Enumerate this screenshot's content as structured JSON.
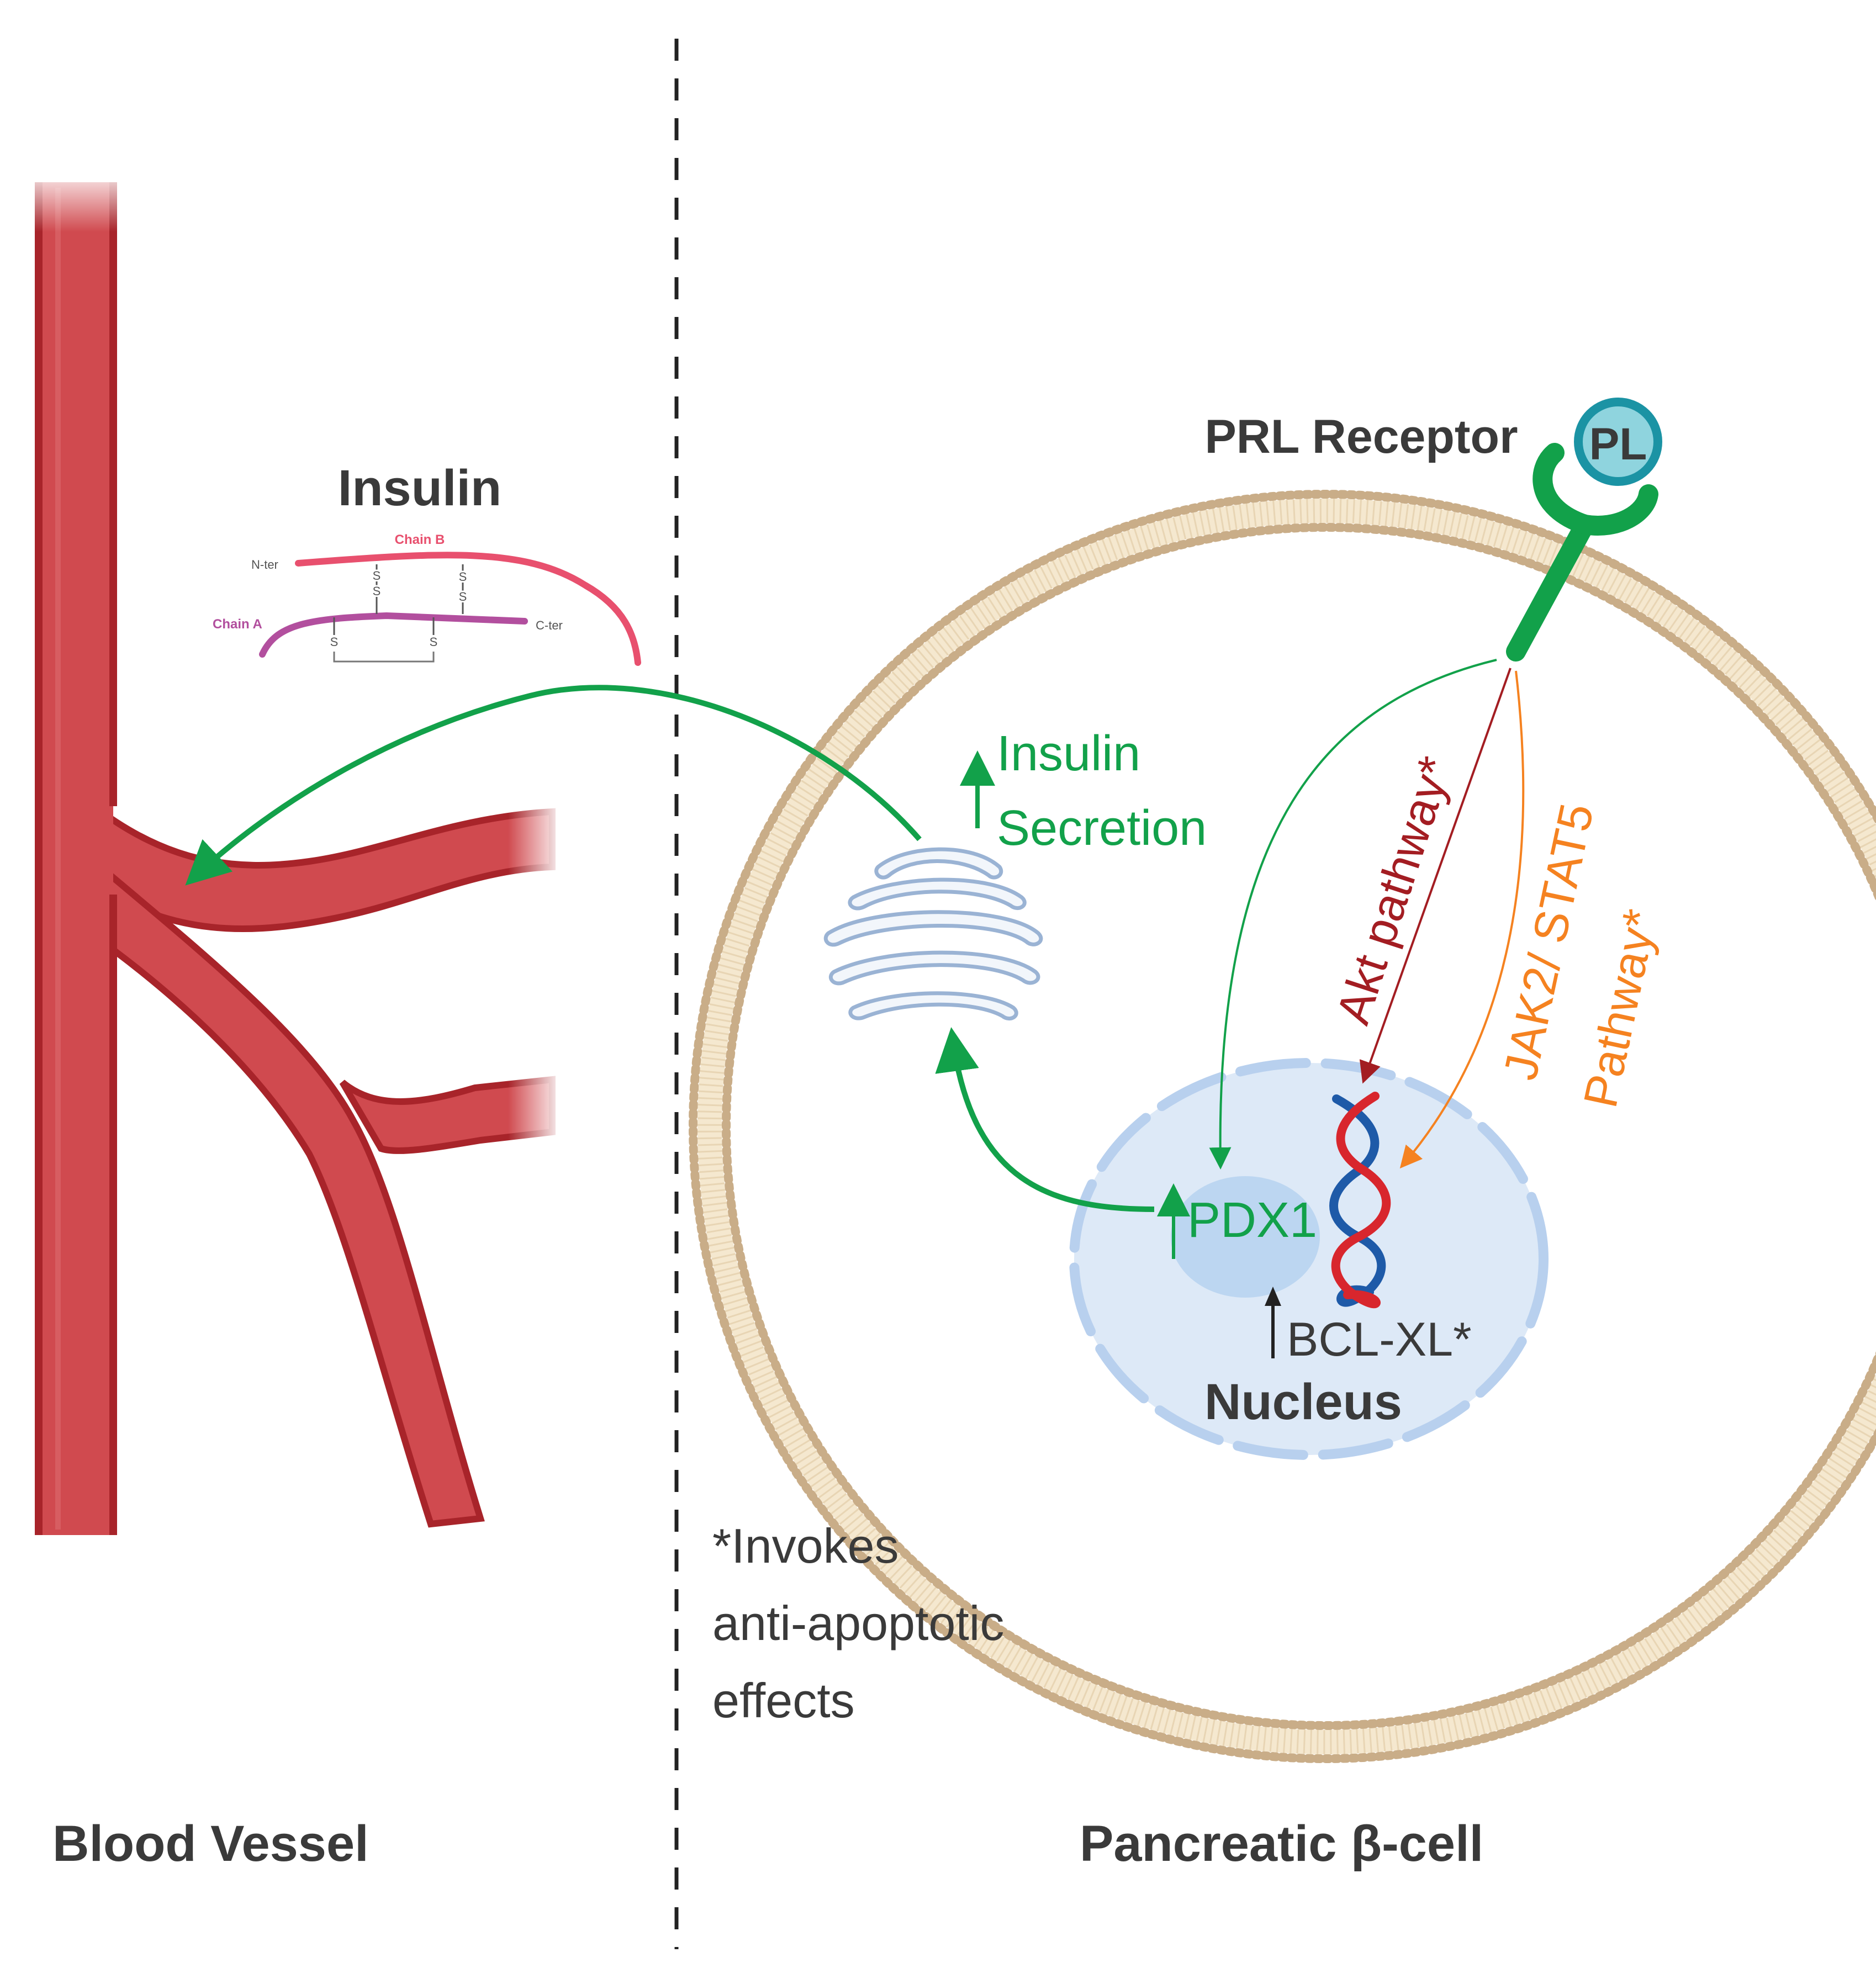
{
  "labels": {
    "insulin_title": "Insulin",
    "chain_b": "Chain B",
    "chain_a": "Chain A",
    "n_ter": "N-ter",
    "c_ter": "C-ter",
    "s": "S",
    "prl_receptor": "PRL Receptor",
    "pl": "PL",
    "insulin_secretion_1": "Insulin",
    "insulin_secretion_2": "Secretion",
    "akt_pathway": "Akt pathway*",
    "jak2_line1": "JAK2/ STAT5",
    "jak2_line2": "Pathway*",
    "pdx1": "PDX1",
    "bclxl": "BCL-XL*",
    "nucleus": "Nucleus",
    "footnote_1": "*Invokes",
    "footnote_2": "anti-apoptotic",
    "footnote_3": "effects",
    "blood_vessel": "Blood Vessel",
    "pancreatic_cell": "Pancreatic β-cell"
  },
  "colors": {
    "green": "#12a14a",
    "dark_red": "#a31d22",
    "orange": "#f58220",
    "vessel": "#d04a4f",
    "vessel_edge": "#a8242a",
    "membrane": "#c9ad88",
    "nucleus_fill": "#dde9f7",
    "nucleus_edge": "#b8d0ee",
    "chain_b": "#e8506e",
    "chain_a": "#b24f9e",
    "receptor": "#12a14a",
    "pl_fill": "#8fd4de",
    "pl_edge": "#1b93a4",
    "text_dark": "#3a3a3a"
  }
}
